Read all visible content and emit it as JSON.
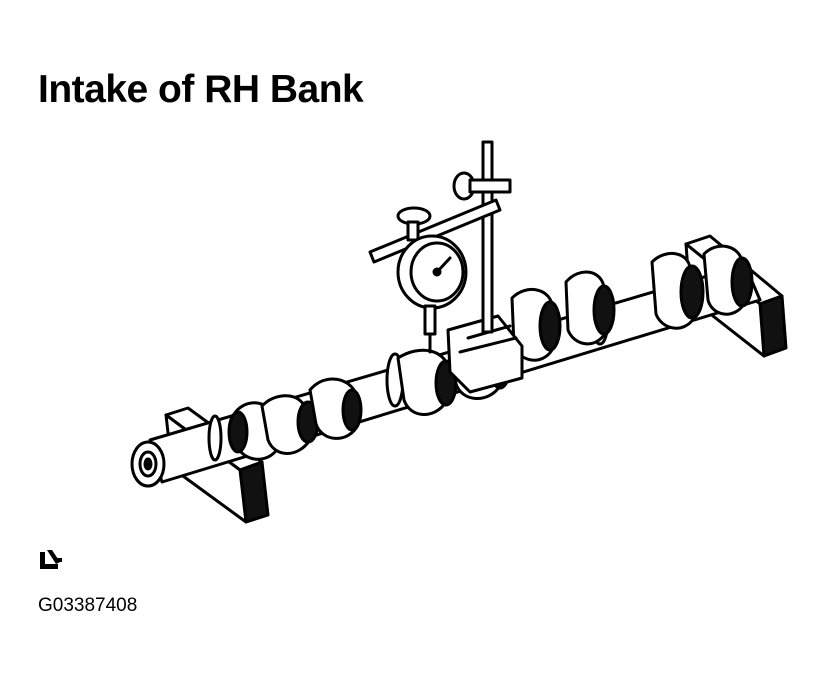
{
  "title": "Intake of RH Bank",
  "figure_code": "G03387408",
  "icons": {
    "figure": "camshaft-runout-dial-indicator-illustration",
    "mark": "tool-mark-icon"
  }
}
